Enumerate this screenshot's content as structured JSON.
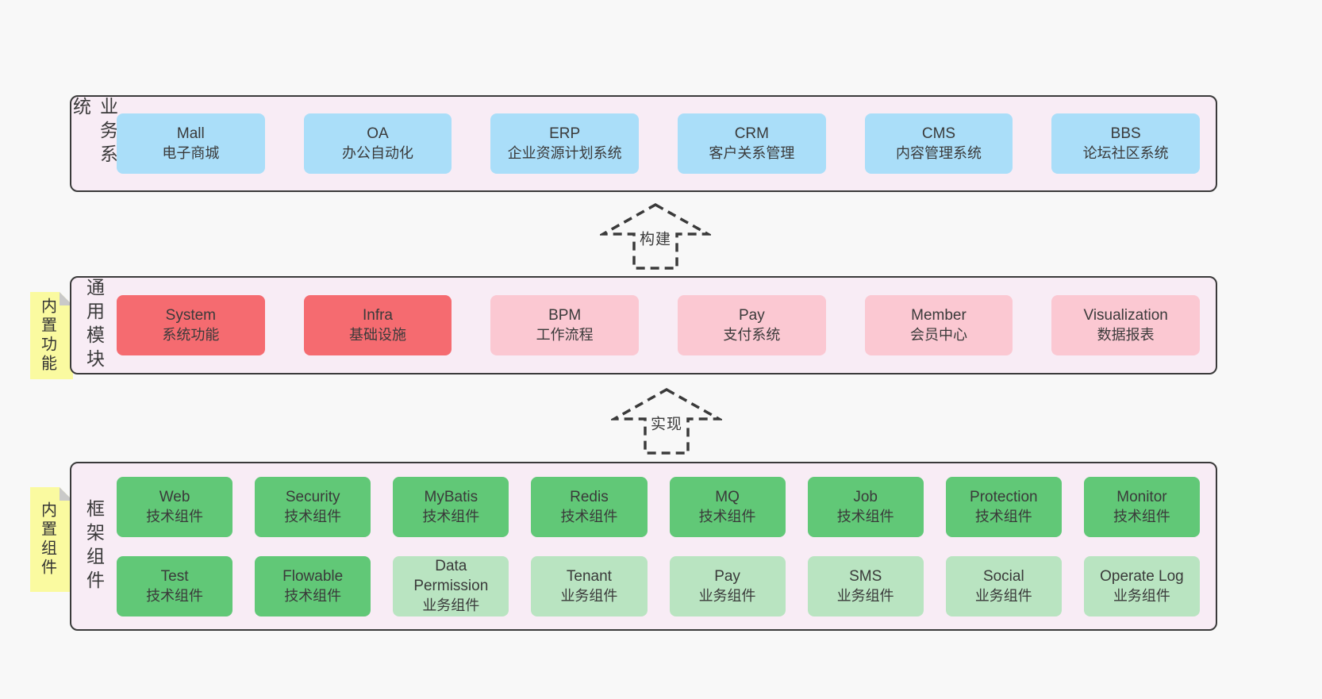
{
  "page": {
    "background": "#f8f8f8"
  },
  "colors": {
    "container_bg": "#f8ecf5",
    "container_border": "#3a3a3a",
    "blue": "#aadef9",
    "red": "#f56b70",
    "pink": "#fbc8d2",
    "green": "#61c877",
    "light_green": "#b9e4c1",
    "note_yellow": "#fafaa0",
    "note_fold": "#c9c9c9",
    "text": "#3a3a3a"
  },
  "notes": [
    {
      "text": "内置功能"
    },
    {
      "text": "内置组件"
    }
  ],
  "arrows": [
    {
      "label": "构建"
    },
    {
      "label": "实现"
    }
  ],
  "layers": [
    {
      "label": "业务系统",
      "boxes": [
        {
          "name": "Mall",
          "subtitle": "电子商城",
          "variant": "blue"
        },
        {
          "name": "OA",
          "subtitle": "办公自动化",
          "variant": "blue"
        },
        {
          "name": "ERP",
          "subtitle": "企业资源计划系统",
          "variant": "blue"
        },
        {
          "name": "CRM",
          "subtitle": "客户关系管理",
          "variant": "blue"
        },
        {
          "name": "CMS",
          "subtitle": "内容管理系统",
          "variant": "blue"
        },
        {
          "name": "BBS",
          "subtitle": "论坛社区系统",
          "variant": "blue"
        }
      ]
    },
    {
      "label": "通用模块",
      "boxes": [
        {
          "name": "System",
          "subtitle": "系统功能",
          "variant": "red"
        },
        {
          "name": "Infra",
          "subtitle": "基础设施",
          "variant": "red"
        },
        {
          "name": "BPM",
          "subtitle": "工作流程",
          "variant": "pink"
        },
        {
          "name": "Pay",
          "subtitle": "支付系统",
          "variant": "pink"
        },
        {
          "name": "Member",
          "subtitle": "会员中心",
          "variant": "pink"
        },
        {
          "name": "Visualization",
          "subtitle": "数据报表",
          "variant": "pink"
        }
      ]
    },
    {
      "label": "框架组件",
      "boxes": [
        {
          "name": "Web",
          "subtitle": "技术组件",
          "variant": "green"
        },
        {
          "name": "Security",
          "subtitle": "技术组件",
          "variant": "green"
        },
        {
          "name": "MyBatis",
          "subtitle": "技术组件",
          "variant": "green"
        },
        {
          "name": "Redis",
          "subtitle": "技术组件",
          "variant": "green"
        },
        {
          "name": "MQ",
          "subtitle": "技术组件",
          "variant": "green"
        },
        {
          "name": "Job",
          "subtitle": "技术组件",
          "variant": "green"
        },
        {
          "name": "Protection",
          "subtitle": "技术组件",
          "variant": "green"
        },
        {
          "name": "Monitor",
          "subtitle": "技术组件",
          "variant": "green"
        },
        {
          "name": "Test",
          "subtitle": "技术组件",
          "variant": "green"
        },
        {
          "name": "Flowable",
          "subtitle": "技术组件",
          "variant": "green"
        },
        {
          "name": "Data Permission",
          "subtitle": "业务组件",
          "variant": "light-green"
        },
        {
          "name": "Tenant",
          "subtitle": "业务组件",
          "variant": "light-green"
        },
        {
          "name": "Pay",
          "subtitle": "业务组件",
          "variant": "light-green"
        },
        {
          "name": "SMS",
          "subtitle": "业务组件",
          "variant": "light-green"
        },
        {
          "name": "Social",
          "subtitle": "业务组件",
          "variant": "light-green"
        },
        {
          "name": "Operate Log",
          "subtitle": "业务组件",
          "variant": "light-green"
        }
      ]
    }
  ]
}
